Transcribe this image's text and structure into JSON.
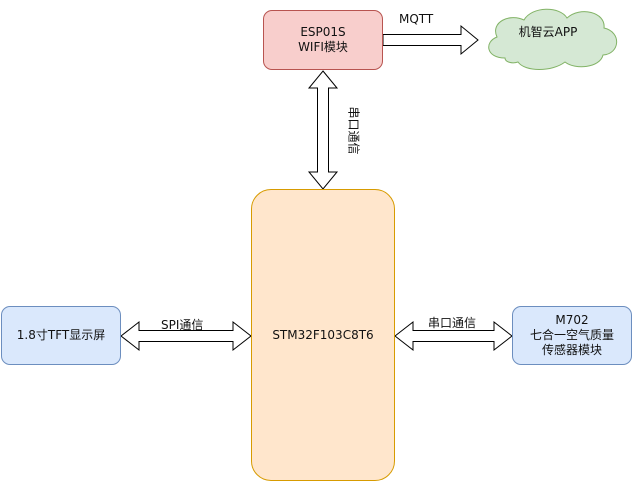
{
  "nodes": {
    "esp": {
      "line1": "ESP01S",
      "line2": "WIFI模块"
    },
    "cloud": {
      "label": "机智云APP"
    },
    "mcu": {
      "label": "STM32F103C8T6"
    },
    "tft": {
      "label": "1.8寸TFT显示屏"
    },
    "m702": {
      "line1": "M702",
      "line2": "七合一空气质量",
      "line3": "传感器模块"
    }
  },
  "edges": {
    "mqtt": "MQTT",
    "esp_mcu": "串口通信",
    "tft_mcu": "SPI通信",
    "mcu_m702": "串口通信"
  },
  "colors": {
    "esp_fill": "#f8cecc",
    "esp_stroke": "#b85450",
    "cloud_fill": "#d5e8d4",
    "cloud_stroke": "#82b366",
    "mcu_fill": "#ffe6cc",
    "mcu_stroke": "#d79b00",
    "sensor_fill": "#dae8fc",
    "sensor_stroke": "#6c8ebf"
  }
}
